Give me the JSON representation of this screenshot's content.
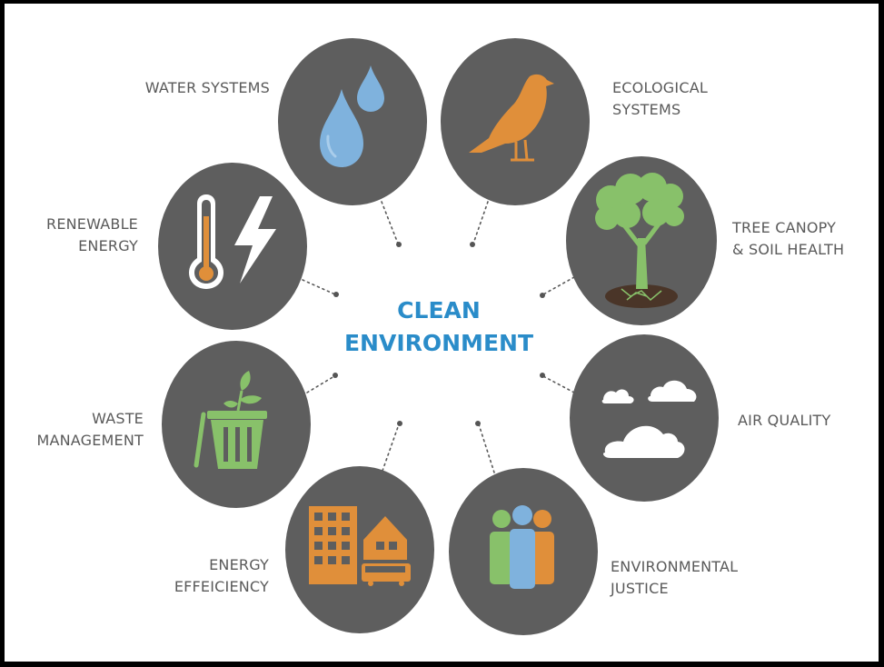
{
  "center": {
    "line1": "CLEAN",
    "line2": "ENVIRONMENT",
    "color": "#2a8cc9"
  },
  "topics": [
    {
      "id": "water",
      "lines": [
        "WATER SYSTEMS"
      ],
      "icon": "water-drops-icon",
      "color": "#7fb2dd"
    },
    {
      "id": "ecological",
      "lines": [
        "ECOLOGICAL",
        "SYSTEMS"
      ],
      "icon": "bird-icon",
      "color": "#e08f3a"
    },
    {
      "id": "tree",
      "lines": [
        "TREE CANOPY",
        "& SOIL HEALTH"
      ],
      "icon": "tree-icon",
      "color": "#88c16a"
    },
    {
      "id": "air",
      "lines": [
        "AIR QUALITY"
      ],
      "icon": "clouds-icon",
      "color": "#ffffff"
    },
    {
      "id": "justice",
      "lines": [
        "ENVIRONMENTAL",
        "JUSTICE"
      ],
      "icon": "people-icon",
      "color": "#7fb2dd"
    },
    {
      "id": "efficiency",
      "lines": [
        "ENERGY",
        "EFFEICIENCY"
      ],
      "icon": "buildings-bus-icon",
      "color": "#e08f3a"
    },
    {
      "id": "waste",
      "lines": [
        "WASTE",
        "MANAGEMENT"
      ],
      "icon": "compost-bin-icon",
      "color": "#88c16a"
    },
    {
      "id": "renewable",
      "lines": [
        "RENEWABLE",
        "ENERGY"
      ],
      "icon": "thermometer-lightning-icon",
      "color": "#ffffff"
    }
  ]
}
